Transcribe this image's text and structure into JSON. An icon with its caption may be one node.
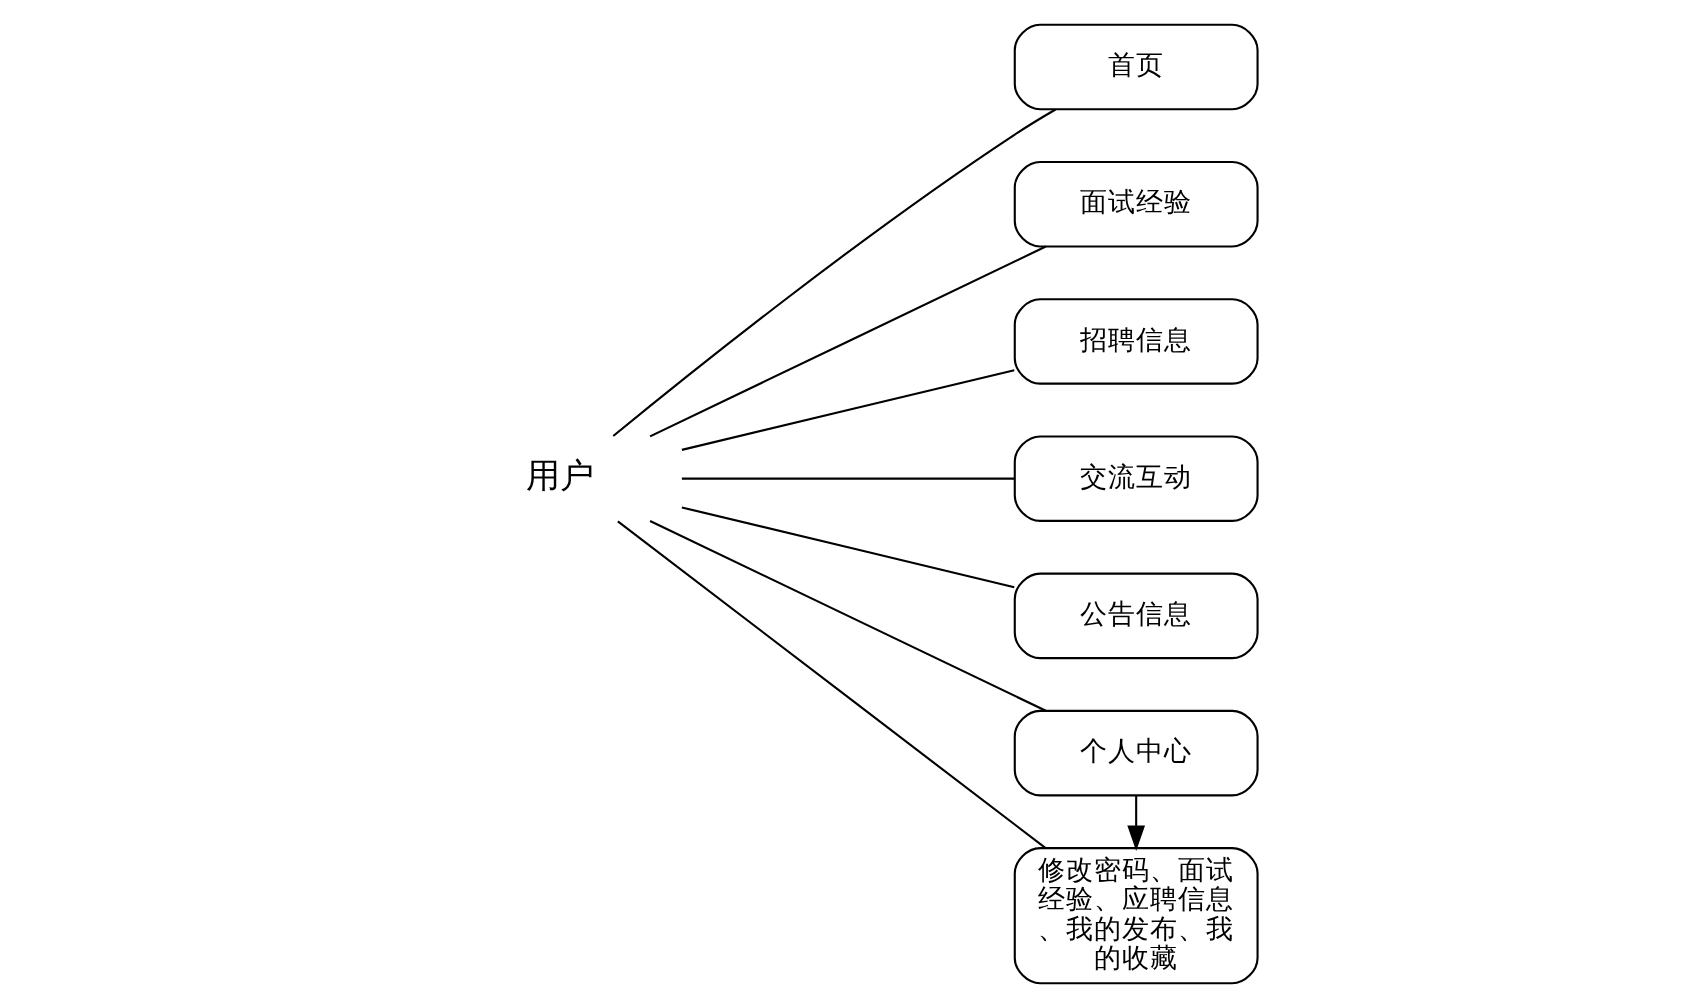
{
  "diagram": {
    "nodes": [
      {
        "text": [
          "用户"
        ]
      },
      {
        "text": [
          "首页"
        ]
      },
      {
        "text": [
          "面试经验"
        ]
      },
      {
        "text": [
          "招聘信息"
        ]
      },
      {
        "text": [
          "交流互动"
        ]
      },
      {
        "text": [
          "公告信息"
        ]
      },
      {
        "text": [
          "个人中心"
        ]
      },
      {
        "text": [
          "修改密码、面试经验、应聘信息、我的发布、我的收藏"
        ]
      }
    ],
    "edges": [
      {
        "from": 0,
        "to": 1,
        "arrow": "none"
      },
      {
        "from": 0,
        "to": 2,
        "arrow": "none"
      },
      {
        "from": 0,
        "to": 3,
        "arrow": "none"
      },
      {
        "from": 0,
        "to": 4,
        "arrow": "none"
      },
      {
        "from": 0,
        "to": 5,
        "arrow": "none"
      },
      {
        "from": 0,
        "to": 6,
        "arrow": "none"
      },
      {
        "from": 0,
        "to": 7,
        "arrow": "none"
      },
      {
        "from": 6,
        "to": 7,
        "arrow": "to"
      }
    ]
  }
}
